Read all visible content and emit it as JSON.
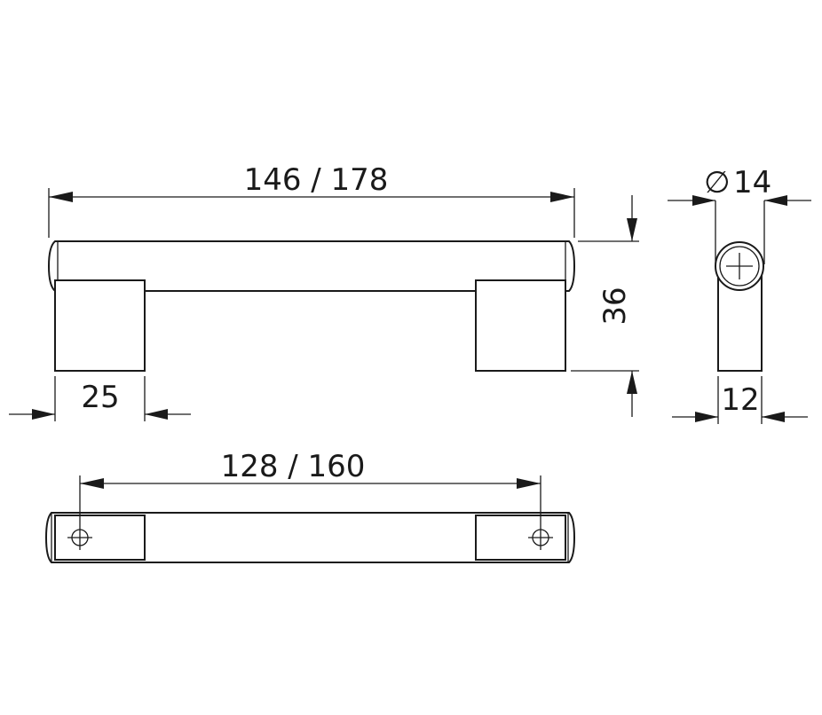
{
  "dimensions": {
    "overall_length": "146 / 178",
    "post_width": "25",
    "height": "36",
    "bar_diameter_symbol": "∅",
    "bar_diameter": "14",
    "post_depth": "12",
    "hole_spacing": "128 / 160"
  },
  "colors": {
    "line": "#1a1a1a",
    "background": "#ffffff"
  }
}
